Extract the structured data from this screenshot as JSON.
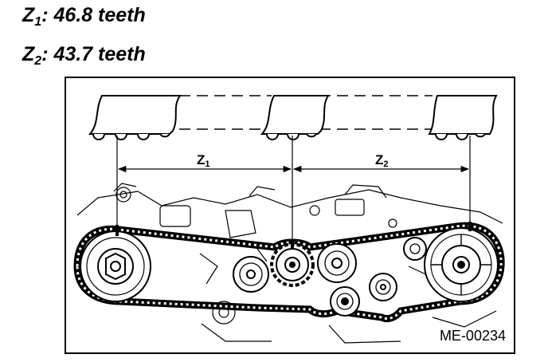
{
  "specs": [
    {
      "symbol": "Z",
      "subscript": "1",
      "text": ": 46.8 teeth"
    },
    {
      "symbol": "Z",
      "subscript": "2",
      "text": ": 43.7 teeth"
    }
  ],
  "dimensions": [
    {
      "symbol": "Z",
      "subscript": "1"
    },
    {
      "symbol": "Z",
      "subscript": "2"
    }
  ],
  "figure_id": "ME-00234",
  "colors": {
    "line": "#000000",
    "background": "#ffffff",
    "shade": "#5a5a5a"
  },
  "icons": [
    "belt-tooth-profile-icon",
    "crankshaft-sprocket-icon",
    "camshaft-sprocket-icon",
    "idler-pulley-icon",
    "belt-tensioner-icon"
  ]
}
